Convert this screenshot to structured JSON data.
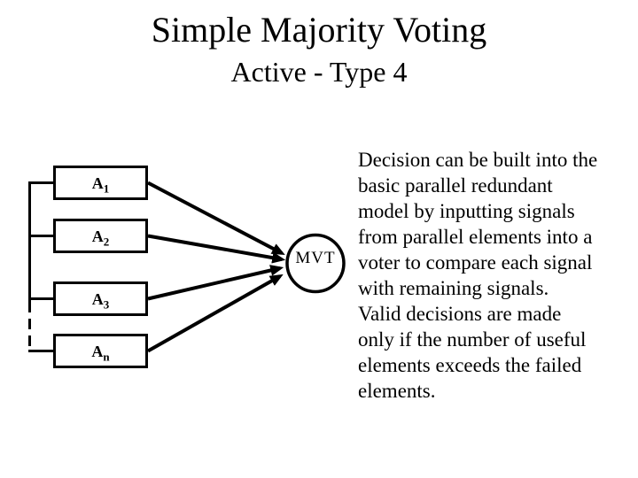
{
  "slide": {
    "title": "Simple Majority Voting",
    "subtitle": "Active - Type 4"
  },
  "diagram": {
    "boxes": [
      {
        "base": "A",
        "sub": "1"
      },
      {
        "base": "A",
        "sub": "2"
      },
      {
        "base": "A",
        "sub": "3"
      },
      {
        "base": "A",
        "sub": "n"
      }
    ],
    "voter_label": "MVT",
    "line_color": "#000000",
    "fill_color": "#ffffff"
  },
  "body_text": "Decision can be built into the\nbasic parallel redundant\nmodel by inputting signals\nfrom parallel elements into a\nvoter to compare each signal\nwith remaining signals.\nValid decisions are made\nonly if the number of useful\nelements exceeds the failed\nelements."
}
